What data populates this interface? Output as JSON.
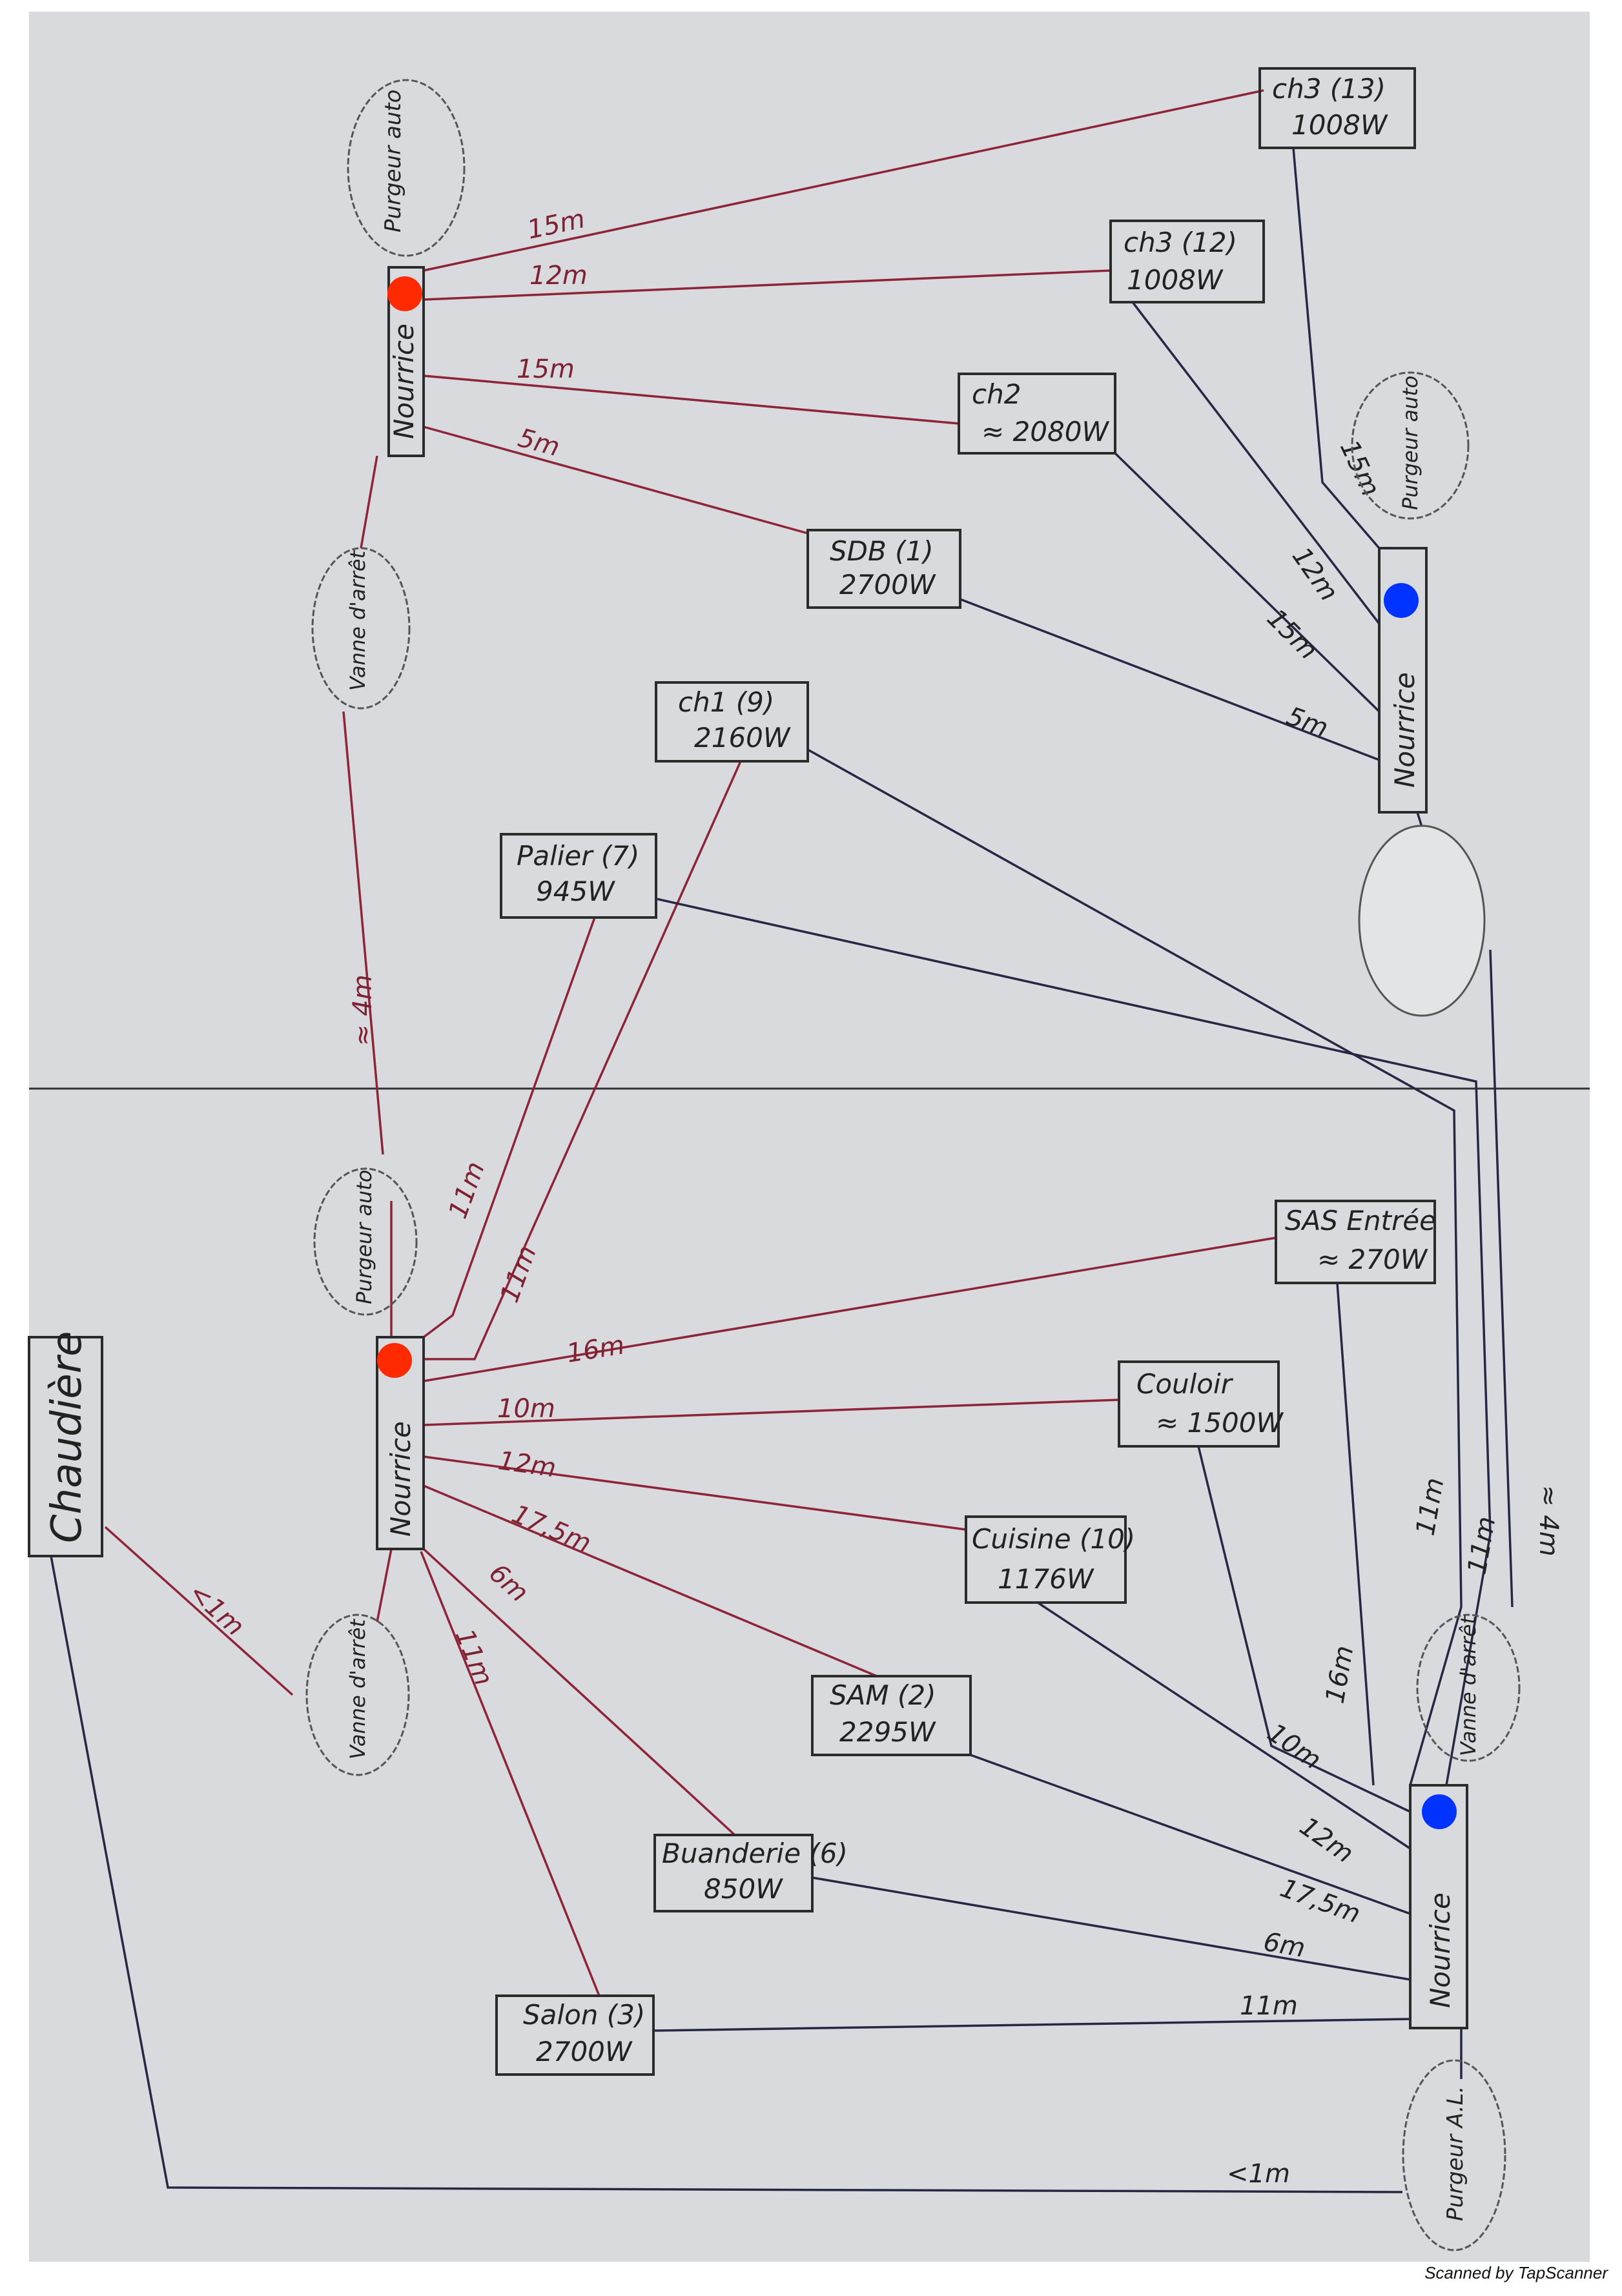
{
  "rooms": {
    "ch3_13": {
      "name": "ch3 (13)",
      "power": "1008W"
    },
    "ch3_12": {
      "name": "ch3 (12)",
      "power": "1008W"
    },
    "ch2": {
      "name": "ch2",
      "power": "≈ 2080W"
    },
    "sdb": {
      "name": "SDB (1)",
      "power": "2700W"
    },
    "ch1": {
      "name": "ch1 (9)",
      "power": "2160W"
    },
    "palier": {
      "name": "Palier (7)",
      "power": "945W"
    },
    "sas": {
      "name": "SAS Entrée",
      "power": "≈ 270W"
    },
    "couloir": {
      "name": "Couloir",
      "power": "≈ 1500W"
    },
    "cuisine": {
      "name": "Cuisine (10)",
      "power": "1176W"
    },
    "sam": {
      "name": "SAM (2)",
      "power": "2295W"
    },
    "buanderie": {
      "name": "Buanderie (6)",
      "power": "850W"
    },
    "salon": {
      "name": "Salon (3)",
      "power": "2700W"
    }
  },
  "components": {
    "nourrice": "Nourrice",
    "chaudiere": "Chaudière",
    "vanne": "Vanne d'arrêt",
    "purgeur": "Purgeur auto",
    "purgeur_al": "Purgeur A.L."
  },
  "pipes": {
    "top_supply": [
      "15m",
      "12m",
      "15m",
      "5m"
    ],
    "top_return": [
      "15m",
      "12m",
      "15m",
      "5m"
    ],
    "riser": "≈ 4m",
    "bottom_supply": [
      "11m",
      "11m",
      "16m",
      "10m",
      "12m",
      "17,5m",
      "6m",
      "11m"
    ],
    "bottom_return": [
      "10m",
      "16m",
      "12m",
      "17,5m",
      "6m",
      "11m",
      "11m",
      "11m",
      "≈ 4m"
    ],
    "boiler_in": "<1m",
    "boiler_out": "<1m"
  },
  "colors": {
    "supply": "#8e2438",
    "return": "#262645",
    "hot_marker": "#ff2a00",
    "cold_marker": "#0033ff",
    "paper": "#d9dade"
  },
  "footer": "Scanned by TapScanner"
}
